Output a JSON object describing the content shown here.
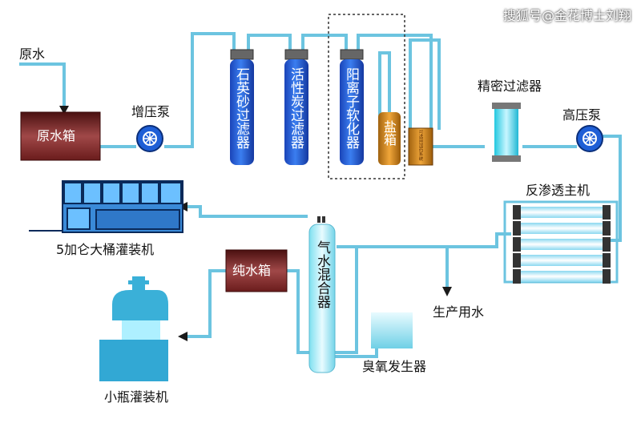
{
  "watermark": "搜狐号@金花博士刘翔",
  "labels": {
    "raw_water": "原水",
    "raw_water_tank": "原水箱",
    "booster_pump": "增压泵",
    "quartz_sand_filter": "石英砂过滤器",
    "activated_carbon_filter": "活性炭过滤器",
    "cation_softener": "阳离子软化器",
    "salt_tank": "盐箱",
    "dosing_system": "可选用加药系统",
    "precision_filter": "精密过滤器",
    "high_pressure_pump": "高压泵",
    "ro_unit": "反渗透主机",
    "pure_water_tank": "纯水箱",
    "gas_water_mixer": "气水混合器",
    "production_water": "生产用水",
    "ozone_generator": "臭氧发生器",
    "bucket_filler": "5加仑大桶灌装机",
    "bottle_filler": "小瓶灌装机"
  }
}
